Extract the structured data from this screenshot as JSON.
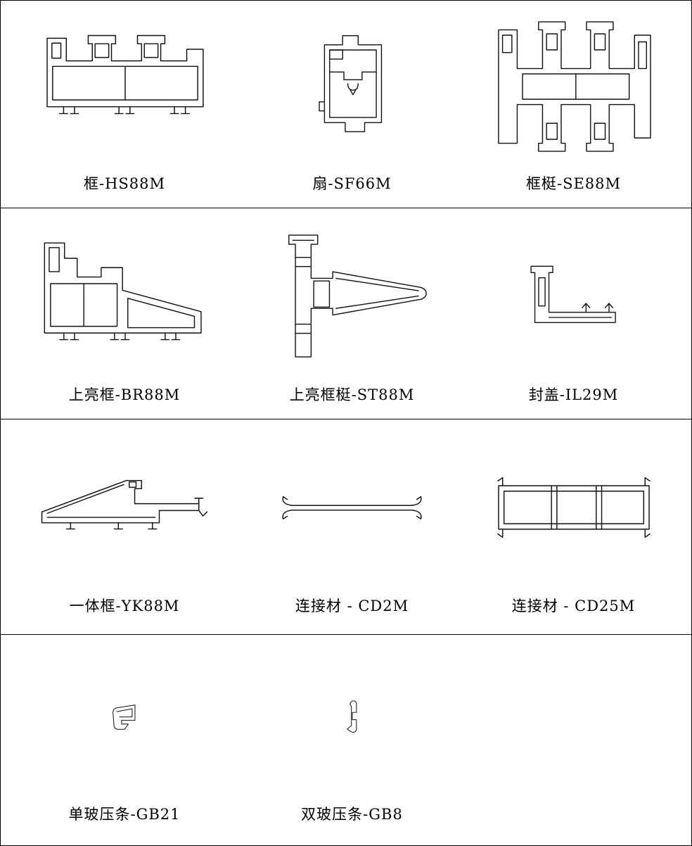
{
  "page": {
    "background": "#ffffff",
    "line_color": "#000000",
    "description": "Catalog sheet of window profile cross-sections"
  },
  "rows": [
    {
      "cells": [
        {
          "code": "HS88M",
          "label": "框-HS88M",
          "drawing": "frame-profile"
        },
        {
          "code": "SF66M",
          "label": "扇-SF66M",
          "drawing": "sash-profile"
        },
        {
          "code": "SE88M",
          "label": "框梃-SE88M",
          "drawing": "frame-mullion-profile"
        }
      ]
    },
    {
      "cells": [
        {
          "code": "BR88M",
          "label": "上亮框-BR88M",
          "drawing": "transom-frame-profile"
        },
        {
          "code": "ST88M",
          "label": "上亮框梃-ST88M",
          "drawing": "transom-mullion-profile"
        },
        {
          "code": "IL29M",
          "label": "封盖-IL29M",
          "drawing": "cover-cap-profile"
        }
      ]
    },
    {
      "cells": [
        {
          "code": "YK88M",
          "label": "一体框-YK88M",
          "drawing": "integrated-frame-profile"
        },
        {
          "code": "CD2M",
          "label": "连接材 - CD2M",
          "drawing": "connector-profile"
        },
        {
          "code": "CD25M",
          "label": "连接材 - CD25M",
          "drawing": "connector-tube-profile"
        }
      ]
    },
    {
      "cells": [
        {
          "code": "GB21",
          "label": "单玻压条-GB21",
          "drawing": "single-glazing-bead-profile"
        },
        {
          "code": "GB8",
          "label": "双玻压条-GB8",
          "drawing": "double-glazing-bead-profile"
        }
      ]
    }
  ]
}
